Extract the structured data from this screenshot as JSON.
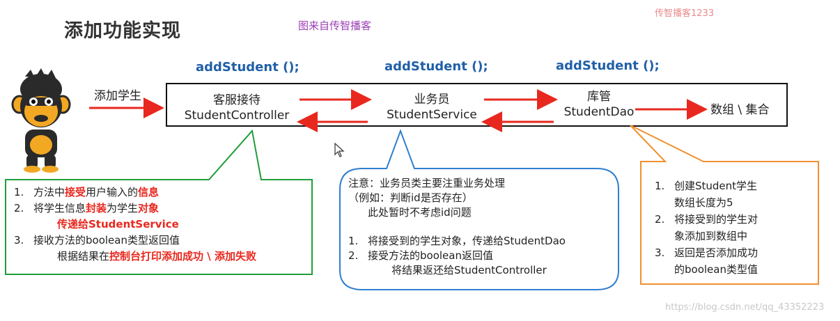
{
  "title": "添加功能实现",
  "source": "图来自传智播客",
  "watermark_top": "传智播客1233",
  "watermark_bottom": "https://blog.csdn.net/qq_43352223",
  "method_labels": [
    "addStudent ();",
    "addStudent ();",
    "addStudent ();"
  ],
  "user_action": "添加学生",
  "nodes": {
    "controller": {
      "role": "客服接待",
      "class": "StudentController"
    },
    "service": {
      "role": "业务员",
      "class": "StudentService"
    },
    "dao": {
      "role": "库管",
      "class": "StudentDao"
    },
    "storage": "数组 \\ 集合"
  },
  "colors": {
    "arrow": "#e8281e",
    "controller_callout": "#1f9d3a",
    "service_callout": "#2f7fcf",
    "dao_callout": "#f09030",
    "highlight": "#e8281e",
    "method": "#1f5fa8"
  },
  "controller_callout": {
    "items": [
      {
        "num": "1.",
        "parts": [
          {
            "t": "方法中",
            "hl": false
          },
          {
            "t": "接受",
            "hl": true
          },
          {
            "t": "用户输入的",
            "hl": false
          },
          {
            "t": "信息",
            "hl": true
          }
        ]
      },
      {
        "num": "2.",
        "parts": [
          {
            "t": "将学生信息",
            "hl": false
          },
          {
            "t": "封装",
            "hl": true
          },
          {
            "t": "为学生",
            "hl": false
          },
          {
            "t": "对象",
            "hl": true
          }
        ]
      },
      {
        "num": "",
        "parts": [
          {
            "t": "传递给StudentService",
            "hl": true
          }
        ]
      },
      {
        "num": "3.",
        "parts": [
          {
            "t": "接收方法的boolean类型返回值",
            "hl": false
          }
        ]
      },
      {
        "num": "",
        "parts": [
          {
            "t": "根据结果在",
            "hl": false
          },
          {
            "t": "控制台打印添加成功 \\ 添加失败",
            "hl": true
          }
        ]
      }
    ]
  },
  "service_callout": {
    "note_line1": "注意：业务员类主要注重业务处理",
    "note_line2": "（例如：判断id是否存在）",
    "note_line3": "此处暂时不考虑id问题",
    "items": [
      {
        "num": "1.",
        "text": "将接受到的学生对象，传递给StudentDao"
      },
      {
        "num": "2.",
        "text": "接受方法的boolean返回值"
      },
      {
        "num": "",
        "text": "将结果返还给StudentController"
      }
    ]
  },
  "dao_callout": {
    "items": [
      {
        "num": "1.",
        "lines": [
          "创建Student学生",
          "数组长度为5"
        ]
      },
      {
        "num": "2.",
        "lines": [
          "将接受到的学生对",
          "象添加到数组中"
        ]
      },
      {
        "num": "3.",
        "lines": [
          "返回是否添加成功",
          "的boolean类型值"
        ]
      }
    ]
  }
}
